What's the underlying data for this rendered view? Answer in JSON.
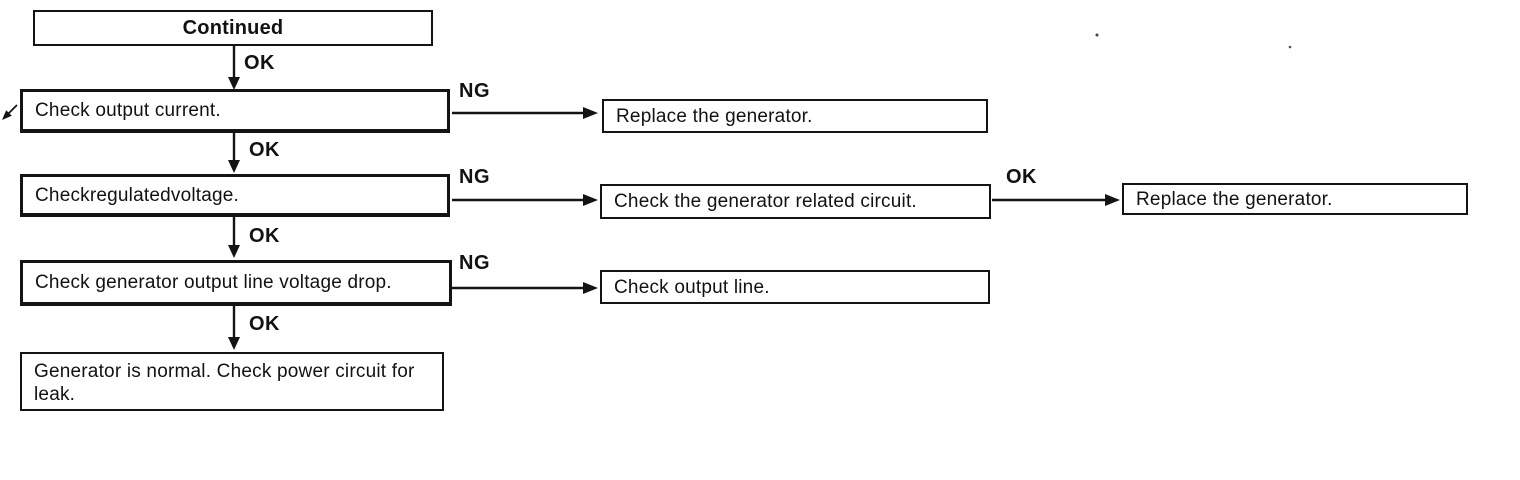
{
  "flowchart": {
    "nodes": {
      "continued": "Continued",
      "check_output_current": "Check output current.",
      "replace_generator_top": "Replace the generator.",
      "check_regulated_voltage": "Checkregulatedvoltage.",
      "check_generator_related_circuit": "Check the generator related circuit.",
      "replace_generator_right": "Replace the generator.",
      "check_generator_output_line_voltage_drop": "Check generator output line voltage drop.",
      "check_output_line": "Check output line.",
      "generator_normal": "Generator is normal. Check power circuit for leak."
    },
    "edge_labels": {
      "ok_continued": "OK",
      "ng_output_current": "NG",
      "ok_output_current": "OK",
      "ng_regulated_voltage": "NG",
      "ok_related_circuit": "OK",
      "ok_regulated_voltage": "OK",
      "ng_voltage_drop": "NG",
      "ok_voltage_drop": "OK"
    },
    "colors": {
      "ink": "#121212",
      "line": "#141414",
      "background": "#ffffff"
    }
  }
}
